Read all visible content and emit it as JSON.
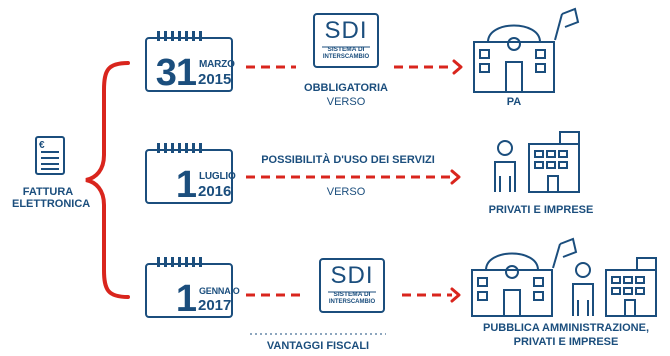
{
  "colors": {
    "blue": "#1b4e7d",
    "red": "#d9251d"
  },
  "left": {
    "title_line1": "FATTURA",
    "title_line2": "ELETTRONICA"
  },
  "rows": [
    {
      "day": "31",
      "month": "MARZO",
      "year": "2015",
      "sdi": {
        "big": "SDI",
        "small1": "SISTEMA DI",
        "small2": "INTERSCAMBIO"
      },
      "above": "OBBLIGATORIA",
      "below": "VERSO",
      "target": "PA"
    },
    {
      "day": "1",
      "month": "LUGLIO",
      "year": "2016",
      "above": "POSSIBILITÀ D'USO DEI SERVIZI",
      "below": "VERSO",
      "target": "PRIVATI E IMPRESE"
    },
    {
      "day": "1",
      "month": "GENNAIO",
      "year": "2017",
      "sdi": {
        "big": "SDI",
        "small1": "SISTEMA DI",
        "small2": "INTERSCAMBIO"
      },
      "below": "VANTAGGI FISCALI",
      "target_line1": "PUBBLICA AMMINISTRAZIONE,",
      "target_line2": "PRIVATI E IMPRESE"
    }
  ]
}
